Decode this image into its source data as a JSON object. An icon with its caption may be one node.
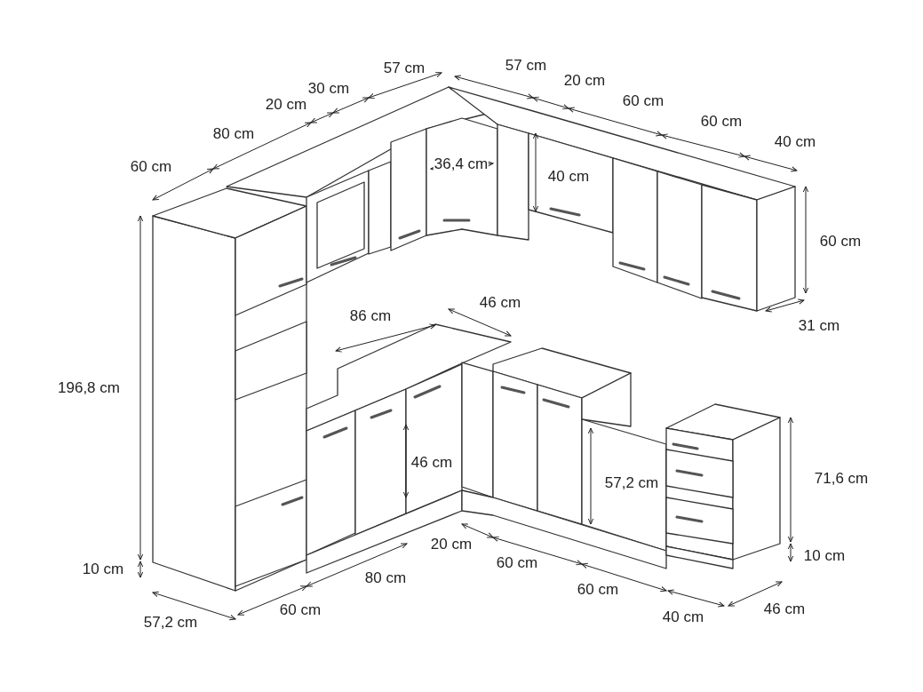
{
  "diagram": {
    "labels": [
      "57 cm",
      "57 cm",
      "30 cm",
      "20 cm",
      "20 cm",
      "60 cm",
      "60 cm",
      "80 cm",
      "40 cm",
      "60 cm",
      "36,4 cm",
      "40 cm",
      "60 cm",
      "86 cm",
      "46 cm",
      "31 cm",
      "196,8 cm",
      "46 cm",
      "71,6 cm",
      "57,2 cm",
      "20 cm",
      "10 cm",
      "10 cm",
      "60 cm",
      "80 cm",
      "60 cm",
      "46 cm",
      "60 cm",
      "40 cm",
      "57,2 cm"
    ]
  }
}
